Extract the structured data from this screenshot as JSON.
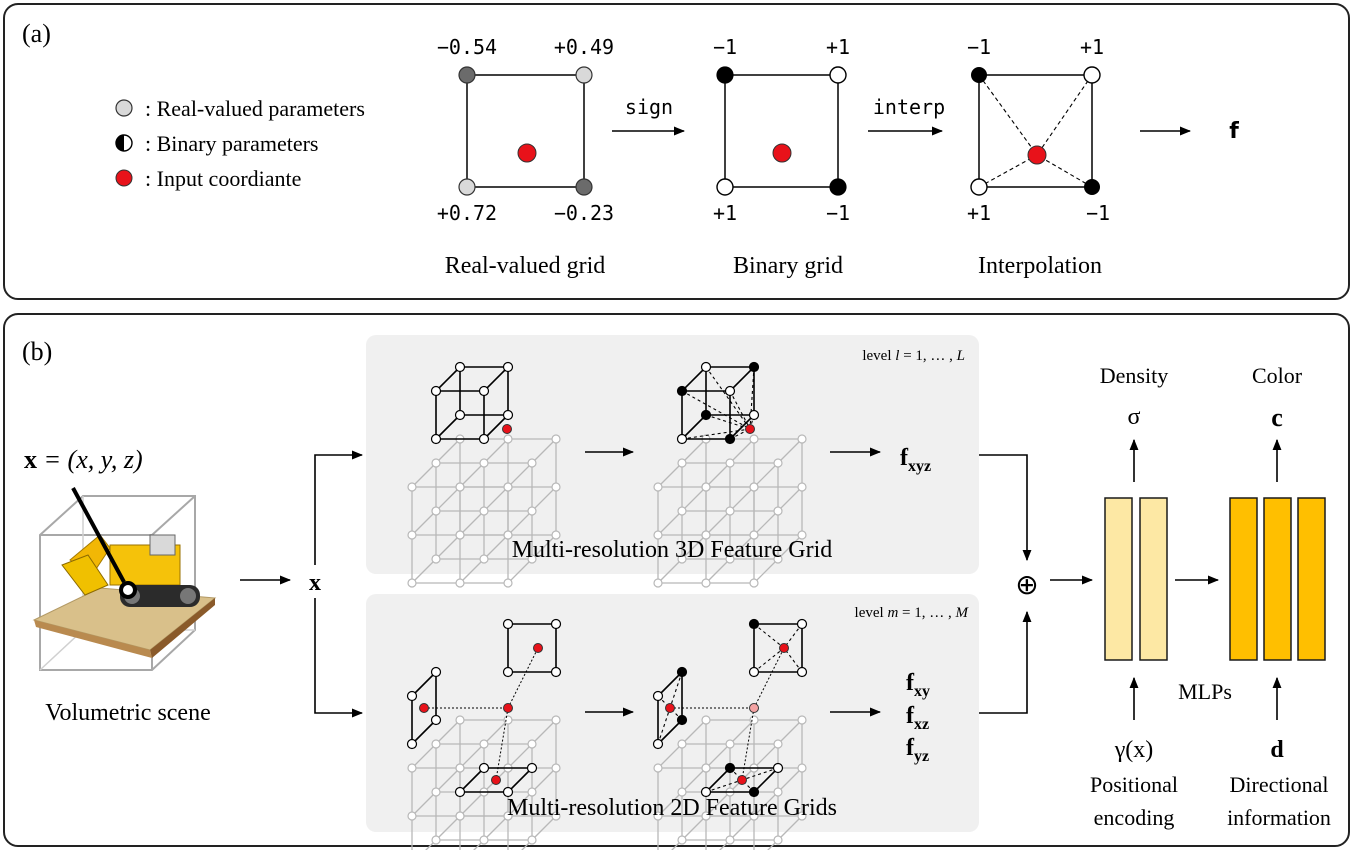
{
  "panel_a": {
    "label": "(a)",
    "legend": {
      "real": ": Real-valued parameters",
      "binary": ": Binary parameters",
      "input": ": Input coordiante"
    },
    "real_grid": {
      "caption": "Real-valued grid",
      "top_left": "−0.54",
      "top_right": "+0.49",
      "bottom_left": "+0.72",
      "bottom_right": "−0.23"
    },
    "sign_op": "sign",
    "binary_grid": {
      "caption": "Binary grid",
      "top_left": "−1",
      "top_right": "+1",
      "bottom_left": "+1",
      "bottom_right": "−1"
    },
    "interp_op": "interp",
    "interp_grid": {
      "caption": "Interpolation",
      "top_left": "−1",
      "top_right": "+1",
      "bottom_left": "+1",
      "bottom_right": "−1"
    },
    "output": "f"
  },
  "panel_b": {
    "label": "(b)",
    "input_eq_bold": "x",
    "input_eq_rest": " = (x, y, z)",
    "scene_caption": "Volumetric scene",
    "x_node": "x",
    "grid3d": {
      "level_prefix": "level ",
      "level_var": "l",
      "level_rest": " = 1, … , ",
      "level_max": "L",
      "caption": "Multi-resolution 3D Feature Grid",
      "output_f": "f",
      "output_sub": "xyz"
    },
    "grid2d": {
      "level_prefix": "level ",
      "level_var": "m",
      "level_rest": " = 1, … , ",
      "level_max": "M",
      "caption": "Multi-resolution 2D Feature Grids",
      "out_xy_sub": "xy",
      "out_xz_sub": "xz",
      "out_yz_sub": "yz",
      "output_f": "f"
    },
    "concat_symbol": "⊕",
    "density_label": "Density",
    "sigma": "σ",
    "color_label": "Color",
    "color_symbol": "c",
    "mlps_label": "MLPs",
    "gamma": "γ(x)",
    "pos_enc_line1": "Positional",
    "pos_enc_line2": "encoding",
    "d_symbol": "d",
    "dir_line1": "Directional",
    "dir_line2": "information"
  },
  "colors": {
    "real_light": "#d9d9d9",
    "real_dark": "#6b6b6b",
    "input_red": "#e8121a",
    "mlp_light": "#fde8a4",
    "mlp_dark": "#ffbf00",
    "panel_gray": "#f0f0f0",
    "grid_gray": "#b8b8b8"
  }
}
